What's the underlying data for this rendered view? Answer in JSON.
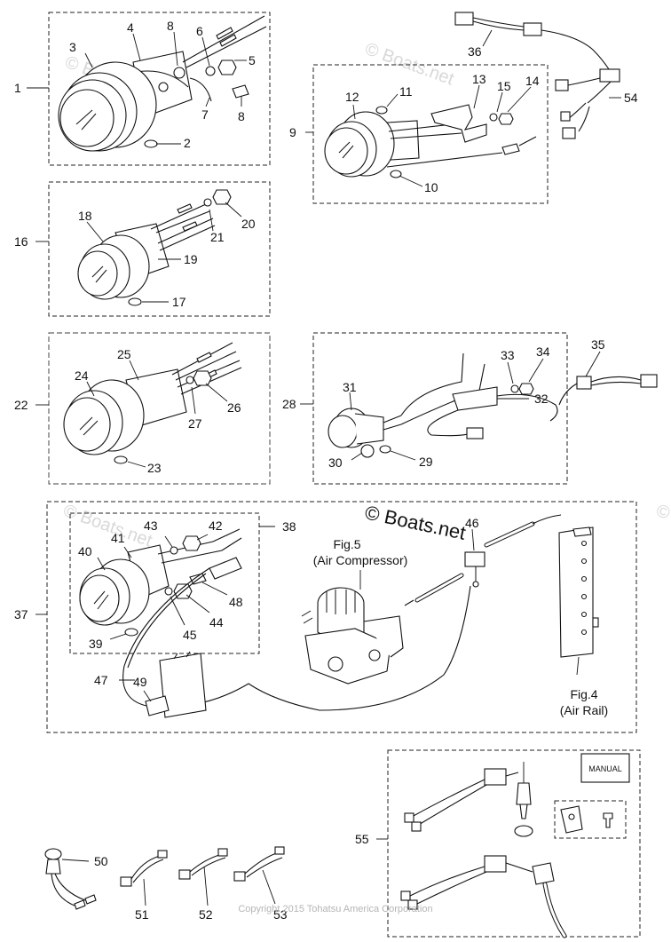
{
  "watermarks": {
    "main": "© Boats.net",
    "faint": "© Boats.net"
  },
  "copyright": "Copyright 2015 Tohatsu America Corporation",
  "figure_refs": {
    "fig5_line1": "Fig.5",
    "fig5_line2": "(Air Compressor)",
    "fig4_line1": "Fig.4",
    "fig4_line2": "(Air Rail)"
  },
  "manual_label": "MANUAL",
  "callouts": {
    "c1": "1",
    "c2": "2",
    "c3": "3",
    "c4": "4",
    "c5": "5",
    "c6": "6",
    "c7": "7",
    "c8a": "8",
    "c8b": "8",
    "c9": "9",
    "c10": "10",
    "c11": "11",
    "c12": "12",
    "c13": "13",
    "c14": "14",
    "c15": "15",
    "c16": "16",
    "c17": "17",
    "c18": "18",
    "c19": "19",
    "c20": "20",
    "c21": "21",
    "c22": "22",
    "c23": "23",
    "c24": "24",
    "c25": "25",
    "c26": "26",
    "c27": "27",
    "c28": "28",
    "c29": "29",
    "c30": "30",
    "c31": "31",
    "c32": "32",
    "c33": "33",
    "c34": "34",
    "c35": "35",
    "c36": "36",
    "c37": "37",
    "c38": "38",
    "c39": "39",
    "c40": "40",
    "c41": "41",
    "c42": "42",
    "c43": "43",
    "c44": "44",
    "c45": "45",
    "c46": "46",
    "c47": "47",
    "c48": "48",
    "c49": "49",
    "c50": "50",
    "c51": "51",
    "c52": "52",
    "c53": "53",
    "c54": "54",
    "c55": "55"
  }
}
